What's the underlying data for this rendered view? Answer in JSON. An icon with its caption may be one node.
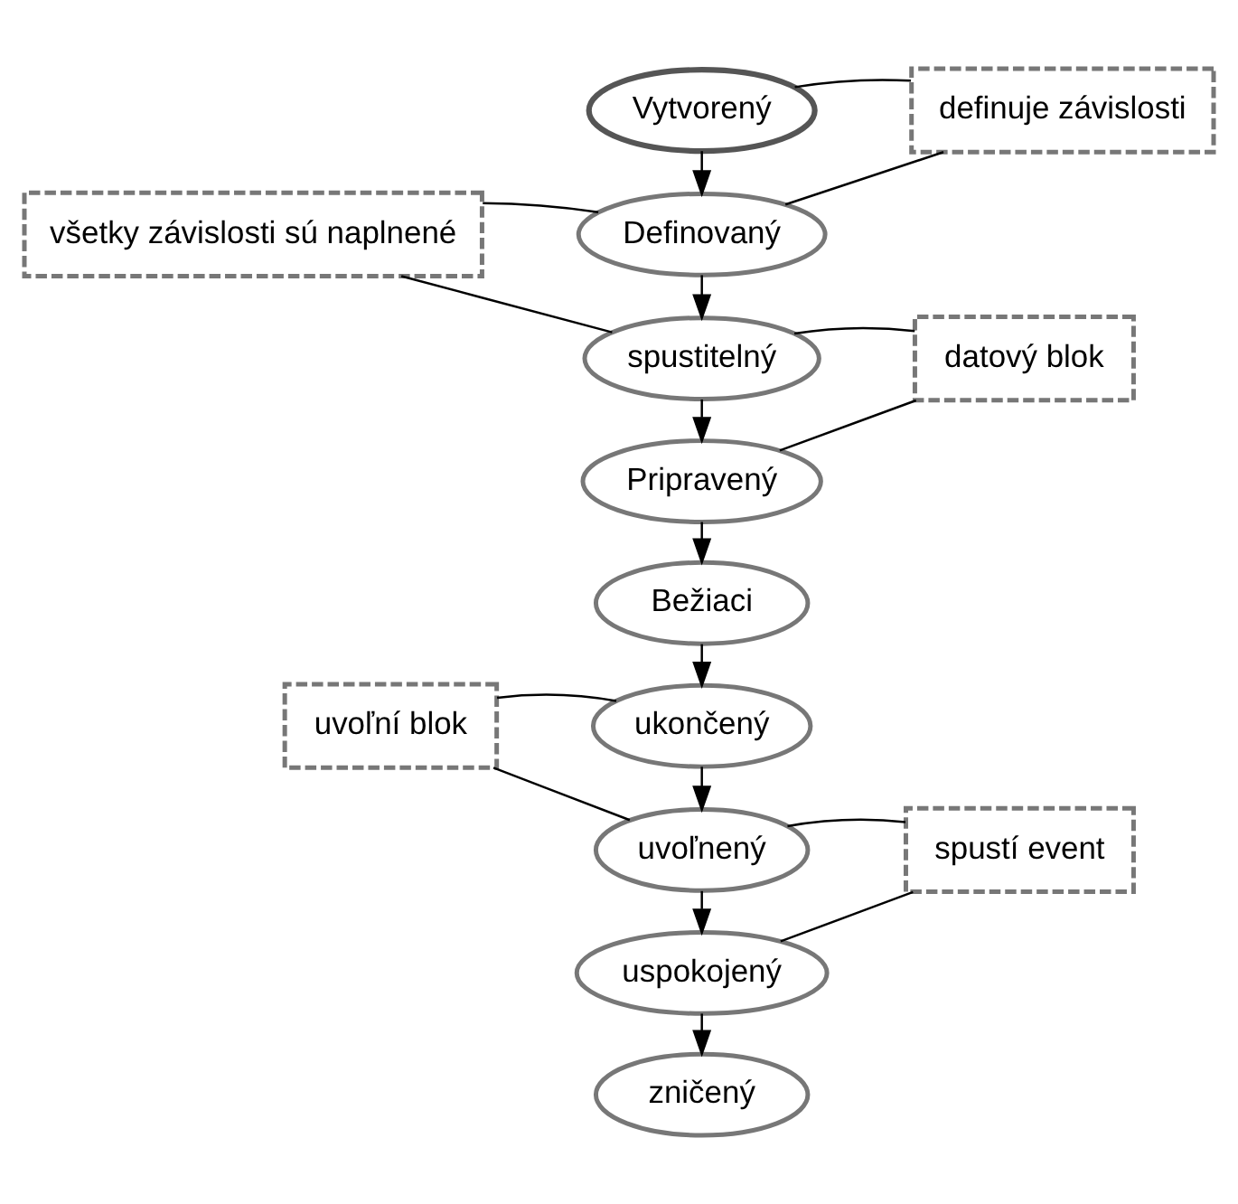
{
  "diagram": {
    "nodes": [
      {
        "text": [
          "Vytvorený"
        ]
      },
      {
        "text": [
          "definuje závislosti"
        ]
      },
      {
        "text": [
          "Definovaný"
        ]
      },
      {
        "text": [
          "všetky závislosti sú naplnené"
        ]
      },
      {
        "text": [
          "spustitelný"
        ]
      },
      {
        "text": [
          "datový blok"
        ]
      },
      {
        "text": [
          "Pripravený"
        ]
      },
      {
        "text": [
          "Bežiaci"
        ]
      },
      {
        "text": [
          "ukončený"
        ]
      },
      {
        "text": [
          "uvoľní blok"
        ]
      },
      {
        "text": [
          "uvoľnený"
        ]
      },
      {
        "text": [
          "spustí event"
        ]
      },
      {
        "text": [
          "uspokojený"
        ]
      },
      {
        "text": [
          "zničený"
        ]
      }
    ],
    "edges": [
      {
        "from": 0,
        "to": 2,
        "arrow": "to"
      },
      {
        "from": 2,
        "to": 4,
        "arrow": "to"
      },
      {
        "from": 4,
        "to": 6,
        "arrow": "to"
      },
      {
        "from": 6,
        "to": 7,
        "arrow": "to"
      },
      {
        "from": 7,
        "to": 8,
        "arrow": "to"
      },
      {
        "from": 8,
        "to": 10,
        "arrow": "to"
      },
      {
        "from": 10,
        "to": 12,
        "arrow": "to"
      },
      {
        "from": 12,
        "to": 13,
        "arrow": "to"
      },
      {
        "from": 1,
        "to": 0,
        "arrow": "none"
      },
      {
        "from": 1,
        "to": 2,
        "arrow": "none"
      },
      {
        "from": 3,
        "to": 2,
        "arrow": "none"
      },
      {
        "from": 3,
        "to": 4,
        "arrow": "none"
      },
      {
        "from": 5,
        "to": 4,
        "arrow": "none"
      },
      {
        "from": 5,
        "to": 6,
        "arrow": "none"
      },
      {
        "from": 9,
        "to": 8,
        "arrow": "none"
      },
      {
        "from": 9,
        "to": 10,
        "arrow": "none"
      },
      {
        "from": 11,
        "to": 10,
        "arrow": "none"
      },
      {
        "from": 11,
        "to": 12,
        "arrow": "none"
      }
    ]
  }
}
